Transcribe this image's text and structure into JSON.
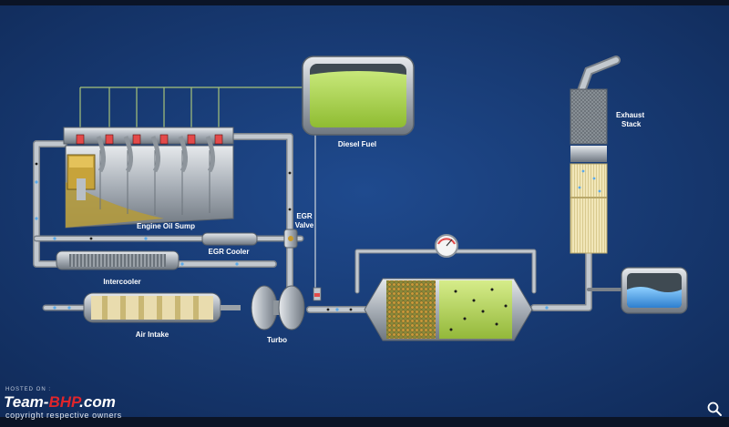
{
  "labels": {
    "diesel_fuel": "Diesel Fuel",
    "exhaust_stack_line1": "Exhaust",
    "exhaust_stack_line2": "Stack",
    "engine_oil_sump": "Engine Oil Sump",
    "egr_valve_line1": "EGR",
    "egr_valve_line2": "Valve",
    "egr_cooler": "EGR Cooler",
    "intercooler": "Intercooler",
    "air_intake": "Air Intake",
    "turbo": "Turbo"
  },
  "watermark": {
    "hosted_on": "HOSTED ON :",
    "brand_prefix": "Team-",
    "brand_highlight": "BHP",
    "brand_suffix": ".com",
    "copyright": "copyright respective owners"
  },
  "icons": {
    "zoom": "magnifier-icon"
  },
  "colors": {
    "background": "#1a3a73",
    "pipe": "#b9bfc6",
    "fuel": "#a6d24a",
    "oil": "#b39a3e",
    "filter": "#f1e6b8",
    "water": "#4fa0e0"
  }
}
